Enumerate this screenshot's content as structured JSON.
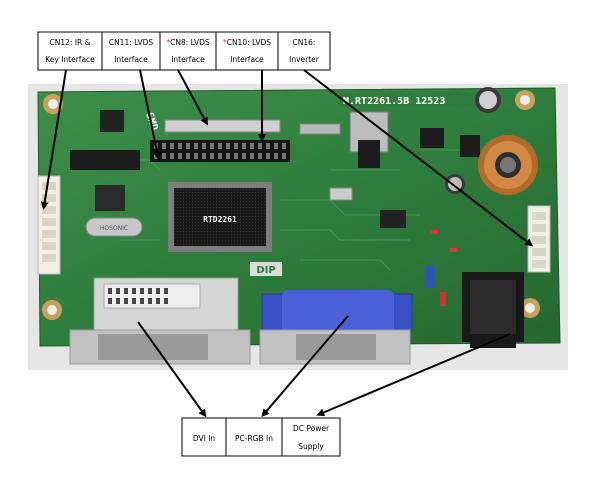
{
  "top_labels": [
    {
      "line1": "CN12: IR &",
      "line2": "Key Interface",
      "star": ""
    },
    {
      "line1": "CN11: LVDS",
      "line2": "Interface",
      "star": ""
    },
    {
      "line1": "CN8: LVDS",
      "line2": "Interface",
      "star": "*"
    },
    {
      "line1": "CN10: LVDS",
      "line2": "Interface",
      "star": "*"
    },
    {
      "line1": "CN16:",
      "line2": "Inverter",
      "star": ""
    }
  ],
  "bottom_labels": [
    {
      "line1": "DVI In",
      "line2": ""
    },
    {
      "line1": "PC-RGB In",
      "line2": ""
    },
    {
      "line1": "DC Power",
      "line2": "Supply"
    }
  ],
  "board": {
    "model": "M.RT2261.5B  12523",
    "smd": "SMD",
    "dip": "DIP",
    "chip_marking": "RTD2261",
    "crystal": "HOSONIC"
  },
  "colors": {
    "pcb": "#2f7d3c",
    "star": "#c0392b",
    "vga": "#3b4fc4"
  }
}
